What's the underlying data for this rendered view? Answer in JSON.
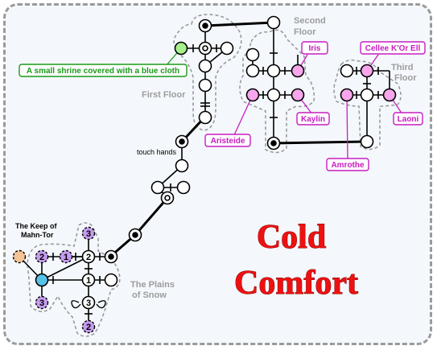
{
  "map": {
    "areas": {
      "second_floor": "Second\nFloor",
      "first_floor": "First Floor",
      "third_floor": "Third\nFloor",
      "plains": "The Plains\nof Snow",
      "keep": "The Keep of\nMahn-Tor"
    },
    "annotations": {
      "touch_hands": "touch hands",
      "shrine": "A small shrine covered with a blue cloth"
    },
    "npcs": {
      "iris": "Iris",
      "kaylin": "Kaylin",
      "aristeide": "Aristeide",
      "amrothe": "Amrothe",
      "cellee": "Cellee K'Or Ell",
      "laoni": "Laoni"
    },
    "room_numbers": {
      "n1": "1",
      "n2": "2",
      "n3": "3"
    },
    "title": {
      "line1": "Cold",
      "line2": "Comfort"
    },
    "colors": {
      "npc": "#c81cc0",
      "npc_fill": "#f7a6ec",
      "shrine": "#1a9a1a",
      "shrine_fill": "#a6f08e",
      "keep_fill": "#55c2e8",
      "purple_fill": "#c59cf0",
      "orange_fill": "#f4c496",
      "title": "#ee1111",
      "area_label": "#9c9c9c"
    }
  }
}
